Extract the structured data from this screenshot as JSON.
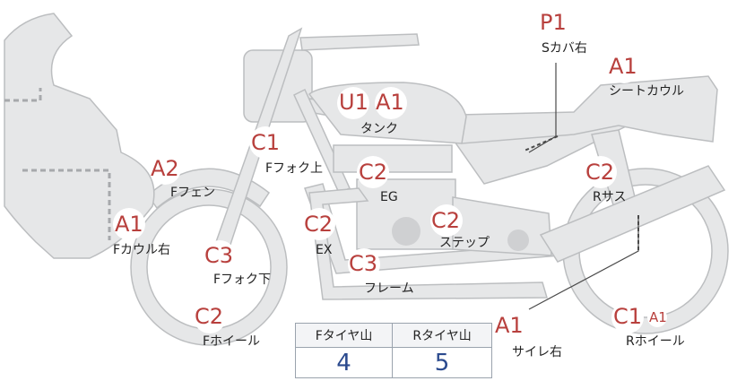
{
  "parts": {
    "s_cover_right": {
      "code": "P1",
      "label": "Sカバ右"
    },
    "seat_cowl": {
      "code": "A1",
      "label": "シートカウル"
    },
    "tank": {
      "codes": [
        "U1",
        "A1"
      ],
      "label": "タンク"
    },
    "f_fork_upper": {
      "code": "C1",
      "label": "Fフォク上"
    },
    "f_fender": {
      "code": "A2",
      "label": "Fフェン"
    },
    "eg": {
      "code": "C2",
      "label": "EG"
    },
    "r_suspension": {
      "code": "C2",
      "label": "Rサス"
    },
    "f_cowl_right": {
      "code": "A1",
      "label": "Fカウル右"
    },
    "ex": {
      "code": "C2",
      "label": "EX"
    },
    "step": {
      "code": "C2",
      "label": "ステップ"
    },
    "f_fork_lower": {
      "code": "C3",
      "label": "Fフォク下"
    },
    "frame": {
      "code": "C3",
      "label": "フレーム"
    },
    "f_wheel": {
      "code": "C2",
      "label": "Fホイール"
    },
    "silencer_right": {
      "code": "A1",
      "label": "サイレ右"
    },
    "r_wheel": {
      "codes": [
        "C1",
        "A1"
      ],
      "label": "Rホイール"
    }
  },
  "tire_table": {
    "headers": [
      "Fタイヤ山",
      "Rタイヤ山"
    ],
    "values": [
      "4",
      "5"
    ]
  },
  "colors": {
    "part_fill": "#e6e7e8",
    "part_stroke": "#bcbec0",
    "code_color": "#b8403d",
    "table_value_color": "#2b4a8e",
    "dashed_line": "#a7a9ac"
  }
}
